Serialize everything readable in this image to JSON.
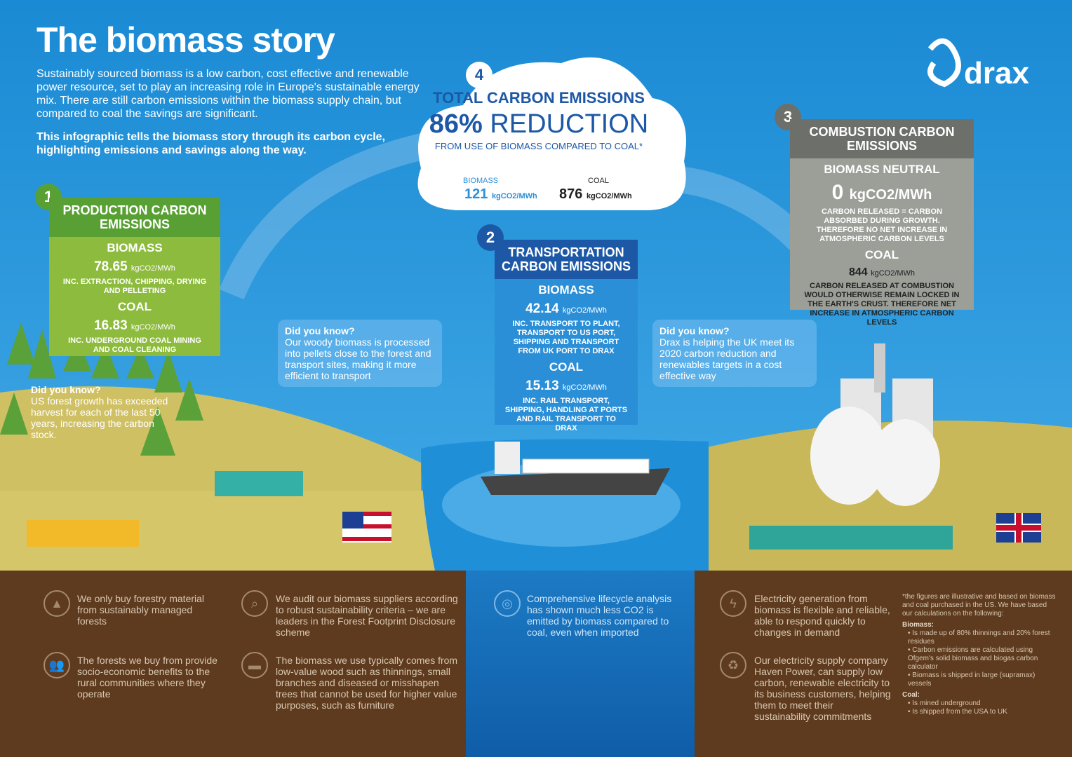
{
  "title": "The biomass story",
  "intro": {
    "p1": "Sustainably sourced biomass is a low carbon, cost effective and renewable power resource, set to play an increasing role in Europe's sustainable energy mix. There are still carbon emissions within the biomass supply chain, but compared to coal the savings are significant.",
    "p2": "This infographic tells the biomass story through its carbon cycle, highlighting emissions and savings along the way."
  },
  "logo": "drax",
  "cloud": {
    "num": "4",
    "title": "TOTAL CARBON EMISSIONS",
    "big_pct": "86%",
    "big_word": "REDUCTION",
    "sub": "FROM USE OF BIOMASS COMPARED TO COAL*",
    "biomass_label": "BIOMASS",
    "biomass_value": "121",
    "coal_label": "COAL",
    "coal_value": "876",
    "unit": "kgCO2/MWh"
  },
  "production": {
    "num": "1",
    "header": "PRODUCTION CARBON EMISSIONS",
    "biomass_label": "BIOMASS",
    "biomass_value": "78.65",
    "unit": "kgCO2/MWh",
    "biomass_note": "INC. EXTRACTION, CHIPPING, DRYING AND PELLETING",
    "coal_label": "COAL",
    "coal_value": "16.83",
    "coal_note": "INC. UNDERGROUND COAL MINING AND COAL CLEANING"
  },
  "transport": {
    "num": "2",
    "header": "TRANSPORTATION CARBON EMISSIONS",
    "biomass_label": "BIOMASS",
    "biomass_value": "42.14",
    "unit": "kgCO2/MWh",
    "biomass_note": "INC. TRANSPORT TO PLANT, TRANSPORT TO US PORT, SHIPPING AND TRANSPORT FROM UK PORT TO DRAX",
    "coal_label": "COAL",
    "coal_value": "15.13",
    "coal_note": "INC. RAIL TRANSPORT, SHIPPING, HANDLING AT PORTS AND RAIL TRANSPORT TO DRAX"
  },
  "combustion": {
    "num": "3",
    "header": "COMBUSTION CARBON EMISSIONS",
    "biomass_label": "BIOMASS NEUTRAL",
    "biomass_value": "0",
    "unit": "kgCO2/MWh",
    "biomass_note": "CARBON RELEASED = CARBON ABSORBED DURING GROWTH. THEREFORE NO NET INCREASE IN ATMOSPHERIC CARBON LEVELS",
    "coal_label": "COAL",
    "coal_value": "844",
    "coal_note": "CARBON RELEASED AT COMBUSTION WOULD OTHERWISE REMAIN LOCKED IN THE EARTH'S CRUST. THEREFORE NET INCREASE IN ATMOSPHERIC CARBON LEVELS"
  },
  "dyk": {
    "heading": "Did you know?",
    "forest": "US forest growth has exceeded harvest for each of the last 50 years, increasing the carbon stock.",
    "pellets": "Our woody biomass is processed into pellets close to the forest and transport sites, making it more efficient to transport",
    "drax": "Drax is helping the UK meet its 2020 carbon reduction and renewables targets in a cost effective way"
  },
  "bottom": {
    "b1": "We only buy forestry material from sustainably managed forests",
    "b2": "The forests we buy from provide socio-economic benefits to the rural communities where they operate",
    "b3": "We audit our biomass suppliers according to robust sustainability criteria – we are leaders in the Forest Footprint Disclosure scheme",
    "b4": "The biomass we use typically comes from low-value wood such as thinnings, small branches and diseased or misshapen trees that cannot be used for higher value purposes, such as furniture",
    "b5": "Comprehensive lifecycle analysis has shown much less CO2 is emitted by biomass compared to coal, even when imported",
    "b6": "Electricity generation from biomass is flexible and reliable, able to respond quickly to changes in demand",
    "b7": "Our electricity supply company Haven Power, can supply low carbon, renewable electricity to its business customers, helping them to meet their sustainability commitments"
  },
  "footnote": {
    "intro": "*the figures are illustrative and based on biomass and coal purchased in the US. We have based our calculations on the following:",
    "biomass_h": "Biomass:",
    "biomass_items": [
      "Is made up of 80% thinnings and 20% forest residues",
      "Carbon emissions are calculated using Ofgem's solid biomass and biogas carbon calculator",
      "Biomass is shipped in large (supramax) vessels"
    ],
    "coal_h": "Coal:",
    "coal_items": [
      "Is mined underground",
      "Is shipped from the USA to UK"
    ]
  }
}
